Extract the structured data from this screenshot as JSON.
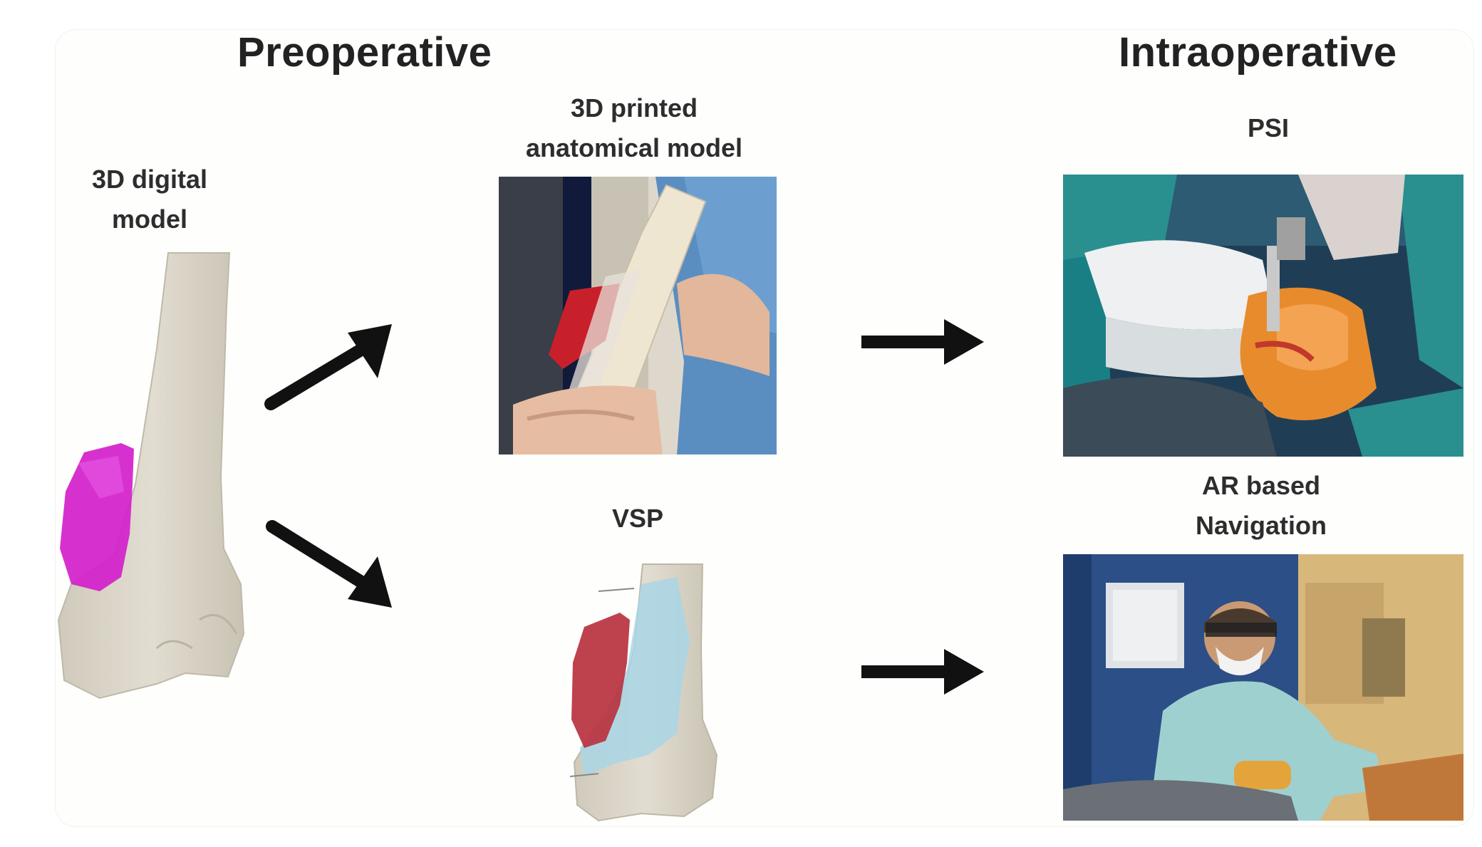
{
  "headings": {
    "preoperative": "Preoperative",
    "intraoperative": "Intraoperative"
  },
  "labels": {
    "digital_model": "3D digital\nmodel",
    "printed_model": "3D printed\nanatomical model",
    "vsp": "VSP",
    "psi": "PSI",
    "ar_navigation": "AR based\nNavigation"
  },
  "colors": {
    "bone": "#dcd8cc",
    "tumor_magenta": "#d21fcb",
    "tumor_red": "#b8323f",
    "guide_blue": "#a9d6e6",
    "arrow": "#111111",
    "drape_teal": "#2a8f8f",
    "or_blue": "#2b4f86"
  },
  "icons": [
    "arrow-up-right-icon",
    "arrow-down-right-icon",
    "arrow-right-icon",
    "arrow-right-icon"
  ]
}
